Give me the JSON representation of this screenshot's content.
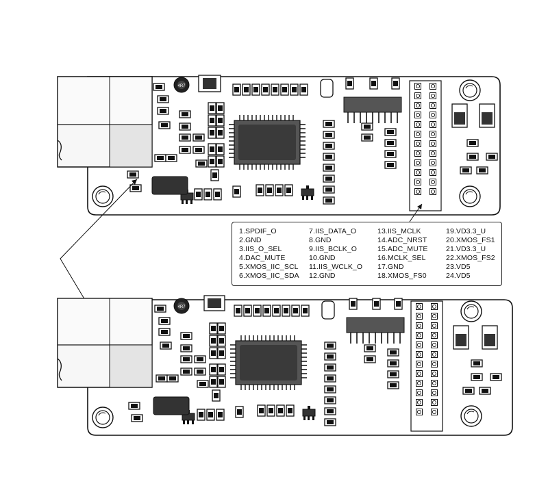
{
  "figure": {
    "component_label": "4R7",
    "pin_legend": {
      "columns": [
        [
          "1.SPDIF_O",
          "2.GND",
          "3.IIS_O_SEL",
          "4.DAC_MUTE",
          "5.XMOS_IIC_SCL",
          "6.XMOS_IIC_SDA"
        ],
        [
          "7.IIS_DATA_O",
          "8.GND",
          "9.IIS_BCLK_O",
          "10.GND",
          "11.IIS_WCLK_O",
          "12.GND"
        ],
        [
          "13.IIS_MCLK",
          "14.ADC_NRST",
          "15.ADC_MUTE",
          "16.MCLK_SEL",
          "17.GND",
          "18.XMOS_FS0"
        ],
        [
          "19.VD3.3_U",
          "20.XMOS_FS1",
          "21.VD3.3_U",
          "22.XMOS_FS2",
          "23.VD5",
          "24.VD5"
        ]
      ]
    }
  }
}
